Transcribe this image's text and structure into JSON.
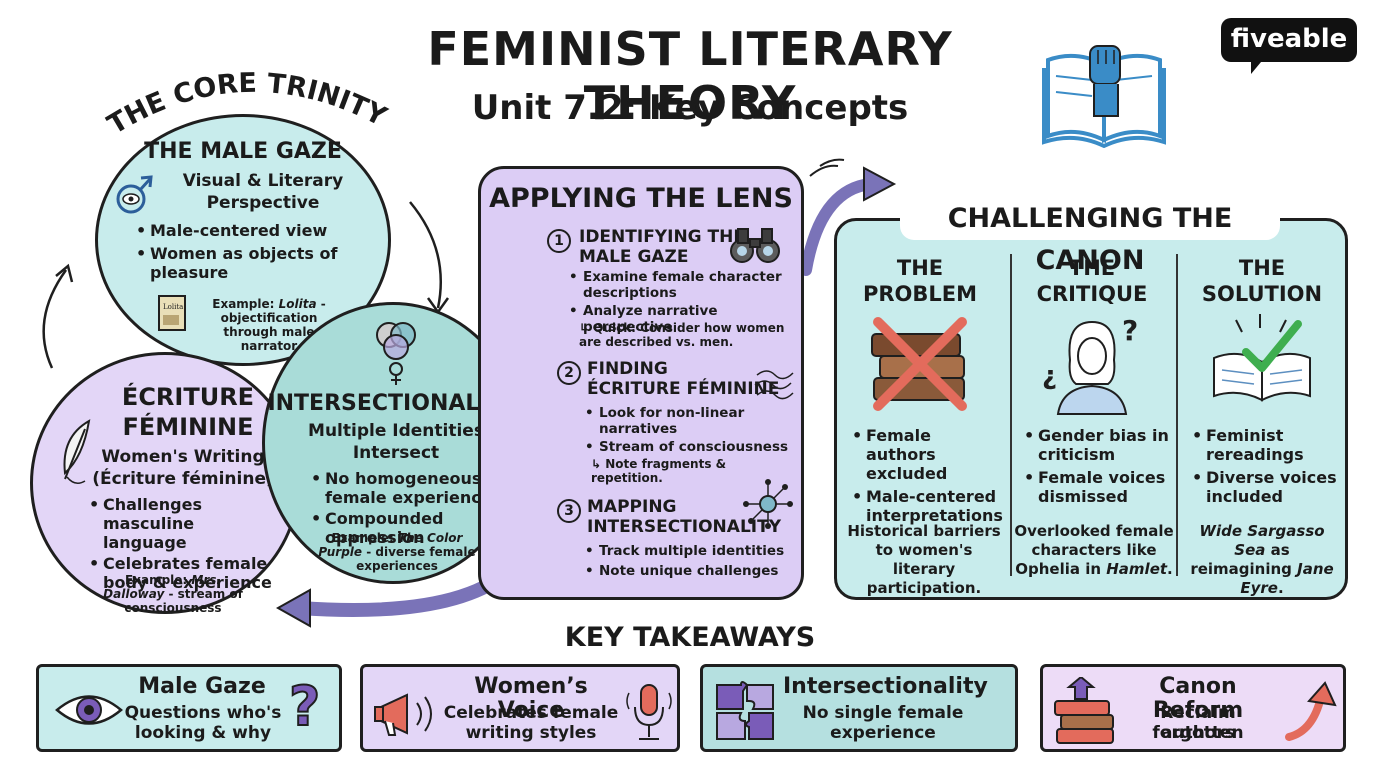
{
  "header": {
    "title": "FEMINIST LITERARY THEORY",
    "subtitle": "Unit 7.2: Key Concepts",
    "logo": "fiveable"
  },
  "core_trinity": {
    "label": "THE CORE TRINITY",
    "male_gaze": {
      "title": "THE MALE GAZE",
      "subtitle_line1": "Visual & Literary",
      "subtitle_line2": "Perspective",
      "bullets": [
        "Male-centered view",
        "Women as objects of pleasure"
      ],
      "example_prefix": "Example: ",
      "example_work": "Lolita",
      "example_rest": " - objectification through male narrator",
      "book_label": "Lolita"
    },
    "ecriture": {
      "title_line1": "ÉCRITURE",
      "title_line2": "FÉMININE",
      "subtitle_line1": "Women's Writing",
      "subtitle_line2": "(Écriture féminine)",
      "bullets": [
        "Challenges masculine language",
        "Celebrates female body & experience"
      ],
      "example_prefix": "Example: ",
      "example_work": "Mrs. Dalloway",
      "example_rest": " - stream of consciousness"
    },
    "intersectionality": {
      "title": "INTERSECTIONALITY",
      "subtitle_line1": "Multiple Identities",
      "subtitle_line2": "Intersect",
      "bullets": [
        "No homogeneous female experience",
        "Compounded oppression"
      ],
      "example_prefix": "Example: ",
      "example_work": "The Color Purple",
      "example_rest": " - diverse female experiences"
    }
  },
  "applying_lens": {
    "title": "APPLYING THE LENS",
    "steps": [
      {
        "num": "1",
        "title_line1": "IDENTIFYING THE",
        "title_line2": "MALE GAZE",
        "bullets": [
          "Examine female character descriptions",
          "Analyze narrative perspective"
        ],
        "note": "↳ Quick: Consider how women are described vs. men."
      },
      {
        "num": "2",
        "title_line1": "FINDING",
        "title_line2": "ÉCRITURE FÉMININE",
        "bullets": [
          "Look for non-linear narratives",
          "Stream of consciousness"
        ],
        "note": "↳ Note fragments & repetition."
      },
      {
        "num": "3",
        "title_line1": "MAPPING",
        "title_line2": "INTERSECTIONALITY",
        "bullets": [
          "Track multiple identities",
          "Note unique challenges"
        ],
        "note": ""
      }
    ]
  },
  "canon": {
    "title": "CHALLENGING THE CANON",
    "columns": [
      {
        "head_line1": "THE",
        "head_line2": "PROBLEM",
        "bullets": [
          "Female authors excluded",
          "Male-centered interpretations"
        ],
        "foot": "Historical barriers to women's literary participation."
      },
      {
        "head_line1": "THE",
        "head_line2": "CRITIQUE",
        "bullets": [
          "Gender bias in criticism",
          "Female voices dismissed"
        ],
        "foot_pre": "Overlooked female characters like Ophelia in ",
        "foot_work": "Hamlet",
        "foot_post": "."
      },
      {
        "head_line1": "THE",
        "head_line2": "SOLUTION",
        "bullets": [
          "Feminist rereadings",
          "Diverse voices included"
        ],
        "foot_work1": "Wide Sargasso Sea",
        "foot_mid": " as reimagining ",
        "foot_work2": "Jane Eyre",
        "foot_post": "."
      }
    ]
  },
  "takeaways": {
    "title": "KEY TAKEAWAYS",
    "cards": [
      {
        "title": "Male Gaze",
        "sub_line1": "Questions who's",
        "sub_line2": "looking & why",
        "color": "#c8ecec"
      },
      {
        "title": "Women’s Voice",
        "sub_line1": "Celebrates female",
        "sub_line2": "writing styles",
        "color": "#e3d6f7"
      },
      {
        "title": "Intersectionality",
        "sub_line1": "No single female",
        "sub_line2": "experience",
        "color": "#b5e0e0"
      },
      {
        "title": "Canon Reform",
        "sub_line1": "Reclaim forgotten",
        "sub_line2": "authors",
        "color": "#eddcf7"
      }
    ]
  },
  "colors": {
    "teal": "#c8ecec",
    "lavender": "#e3d6f7",
    "purple_arrow": "#7a73b8",
    "red_x": "#e36b5c",
    "green_check": "#3fae4f",
    "fist_blue": "#3a8cc7"
  }
}
